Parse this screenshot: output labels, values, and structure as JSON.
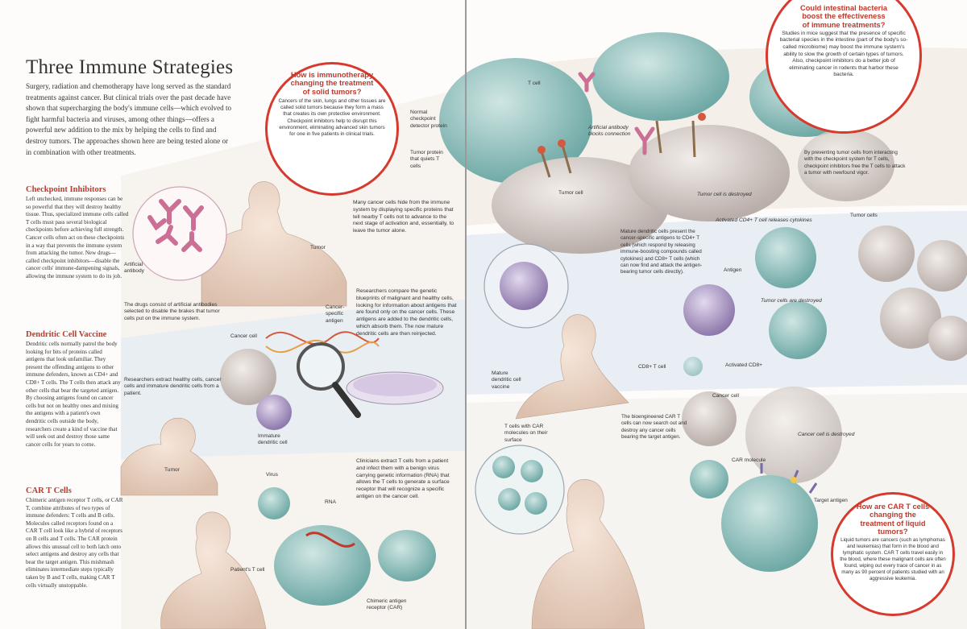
{
  "title": "Three Immune Strategies",
  "intro": "Surgery, radiation and chemotherapy have long served as the standard treatments against cancer. But clinical trials over the past decade have shown that supercharging the body's immune cells—which evolved to fight harmful bacteria and viruses, among other things—offers a powerful new addition to the mix by helping the cells to find and destroy tumors. The approaches shown here are being tested alone or in combination with other treatments.",
  "sections": {
    "checkpoint": {
      "heading": "Checkpoint Inhibitors",
      "body": "Left unchecked, immune responses can be so powerful that they will destroy healthy tissue. Thus, specialized immune cells called T cells must pass several biological checkpoints before achieving full strength. Cancer cells often act on these checkpoints in a way that prevents the immune system from attacking the tumor. New drugs—called checkpoint inhibitors—disable the cancer cells' immune-dampening signals, allowing the immune system to do its job."
    },
    "dendritic": {
      "heading": "Dendritic Cell Vaccine",
      "body": "Dendritic cells normally patrol the body looking for bits of proteins called antigens that look unfamiliar. They present the offending antigens to other immune defenders, known as CD4+ and CD8+ T cells. The T cells then attack any other cells that bear the targeted antigen. By choosing antigens found on cancer cells but not on healthy ones and mixing the antigens with a patient's own dendritic cells outside the body, researchers create a kind of vaccine that will seek out and destroy those same cancer cells for years to come."
    },
    "cart": {
      "heading": "CAR T Cells",
      "body": "Chimeric antigen receptor T cells, or CAR T, combine attributes of two types of immune defenders: T cells and B cells. Molecules called receptors found on a CAR T cell look like a hybrid of receptors on B cells and T cells. The CAR protein allows this unusual cell to both latch onto select antigens and destroy any cells that bear the target antigen. This mishmash eliminates intermediate steps typically taken by B and T cells, making CAR T cells virtually unstoppable."
    }
  },
  "bubbles": {
    "solid": {
      "heading": "How is immunotherapy changing the treatment of solid tumors?",
      "body": "Cancers of the skin, lungs and other tissues are called solid tumors because they form a mass that creates its own protective environment. Checkpoint inhibitors help to disrupt this environment, eliminating advanced skin tumors for one in five patients in clinical trials."
    },
    "bacteria": {
      "heading": "Could intestinal bacteria boost the effectiveness of immune treatments?",
      "body": "Studies in mice suggest that the presence of specific bacterial species in the intestine (part of the body's so-called microbiome) may boost the immune system's ability to slow the growth of certain types of tumors. Also, checkpoint inhibitors do a better job of eliminating cancer in rodents that harbor these bacteria."
    },
    "liquid": {
      "heading": "How are CAR T cells changing the treatment of liquid tumors?",
      "body": "Liquid tumors are cancers (such as lymphomas and leukemias) that form in the blood and lymphatic system. CAR T cells travel easily in the blood, where these malignant cells are often found, wiping out every trace of cancer in as many as 90 percent of patients studied with an aggressive leukemia."
    }
  },
  "labels": {
    "tumor1": "Tumor",
    "artificial_antibody": "Artificial antibody",
    "drugs_note": "The drugs consist of artificial antibodies selected to disable the brakes that tumor cells put on the immune system.",
    "hide_note": "Many cancer cells hide from the immune system by displaying specific proteins that tell nearby T cells not to advance to the next stage of activation and, essentially, to leave the tumor alone.",
    "normal_checkpoint": "Normal checkpoint detector protein",
    "tumor_protein": "Tumor protein that quiets T cells",
    "t_cell": "T cell",
    "artificial_blocks": "Artificial antibody blocks connection",
    "tumor_cell": "Tumor cell",
    "tumor_destroyed": "Tumor cell is destroyed",
    "preventing_note": "By preventing tumor cells from interacting with the checkpoint system for T cells, checkpoint inhibitors free the T cells to attack a tumor with newfound vigor.",
    "cancer_cell": "Cancer cell",
    "extract_note": "Researchers extract healthy cells, cancer cells and immature dendritic cells from a patient.",
    "cancer_specific_antigen": "Cancer-specific antigen",
    "compare_note": "Researchers compare the genetic blueprints of malignant and healthy cells, looking for information about antigens that are found only on the cancer cells. These antigens are added to the dendritic cells, which absorb them. The now mature dendritic cells are then reinjected.",
    "immature_dendritic": "Immature dendritic cell",
    "tumor2": "Tumor",
    "mature_vaccine": "Mature dendritic cell vaccine",
    "mature_note": "Mature dendritic cells present the cancer-specific antigens to CD4+ T cells (which respond by releasing immune-boosting compounds called cytokines) and CD8+ T cells (which can now find and attack the antigen-bearing tumor cells directly).",
    "activated_cd4": "Activated CD4+ T cell releases cytokines",
    "tumor_cells": "Tumor cells",
    "antigen": "Antigen",
    "tumor_cells_destroyed": "Tumor cells are destroyed",
    "cd8": "CD8+ T cell",
    "activated_cd8": "Activated CD8+",
    "virus": "Virus",
    "rna": "RNA",
    "clinicians_note": "Clinicians extract T cells from a patient and infect them with a benign virus carrying genetic information (RNA) that allows the T cells to generate a surface receptor that will recognize a specific antigen on the cancer cell.",
    "patients_tcell": "Patient's T cell",
    "chimeric_receptor": "Chimeric antigen receptor (CAR)",
    "tcells_car": "T cells with CAR molecules on their surface",
    "bioengineered_note": "The bioengineered CAR T cells can now search out and destroy any cancer cells bearing the target antigen.",
    "cancer_cell2": "Cancer cell",
    "cancer_cell_destroyed": "Cancer cell is destroyed",
    "car_molecule": "CAR molecule",
    "target_antigen": "Target antigen"
  },
  "colors": {
    "accent_red": "#c0392b",
    "band_blue": "#e6ecf1",
    "tcell_teal": "#7fb7b3",
    "tumor_gray": "#cfc6c2",
    "dendritic_purple": "#9a86b6",
    "antibody_pink": "#d48aa8"
  }
}
